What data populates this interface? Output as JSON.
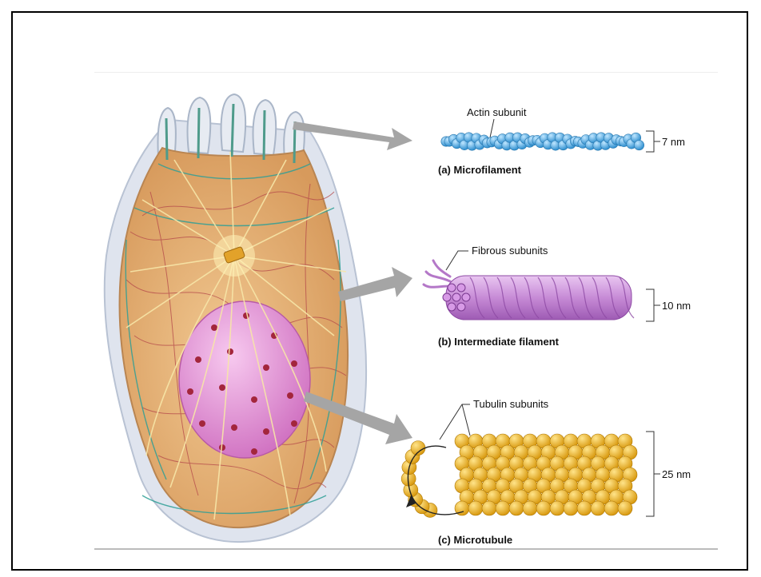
{
  "panels": {
    "microfilament": {
      "subunit_label": "Actin subunit",
      "size_label": "7 nm",
      "caption": "(a) Microfilament",
      "color": "#4aa3d8"
    },
    "intermediate_filament": {
      "subunit_label": "Fibrous subunits",
      "size_label": "10 nm",
      "caption": "(b) Intermediate filament",
      "color": "#c78bd6"
    },
    "microtubule": {
      "subunit_label": "Tubulin subunits",
      "size_label": "25 nm",
      "caption": "(c) Microtubule",
      "color": "#f2b823"
    }
  },
  "cell": {
    "body_color": "#e7b47a",
    "nucleus_color": "#e79ad6",
    "membrane_color": "#cfd8e6"
  }
}
